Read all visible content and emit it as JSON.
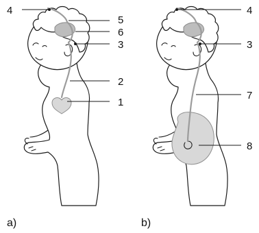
{
  "figure": {
    "panel_a": {
      "caption": "a)",
      "labels": [
        "4",
        "5",
        "6",
        "3",
        "2",
        "1"
      ]
    },
    "panel_b": {
      "caption": "b)",
      "labels": [
        "4",
        "3",
        "7",
        "8"
      ]
    }
  }
}
